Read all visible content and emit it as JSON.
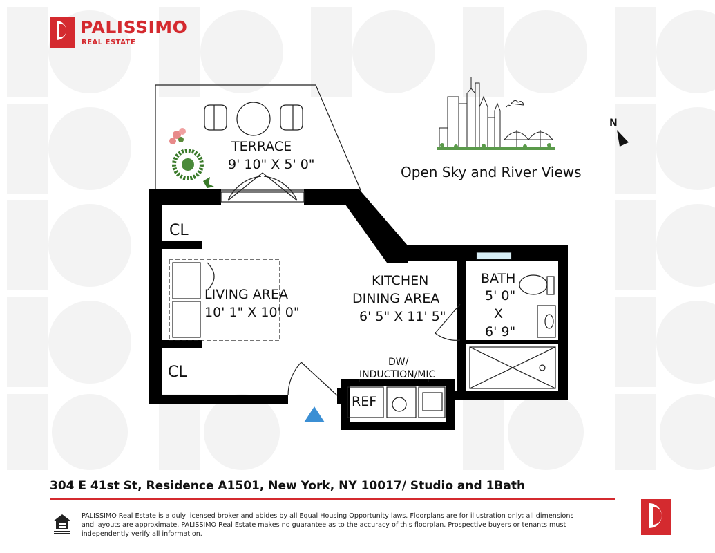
{
  "brand": {
    "name": "PALISSIMO",
    "sub": "REAL ESTATE",
    "color": "#d42a2f"
  },
  "rooms": {
    "terrace": {
      "name": "TERRACE",
      "size": "9' 10\" X 5' 0\""
    },
    "living": {
      "name": "LIVING AREA",
      "size": "10' 1\" X 10' 0\""
    },
    "kitchen": {
      "name1": "KITCHEN",
      "name2": "DINING AREA",
      "size": "6' 5\" X 11' 5\""
    },
    "bath": {
      "name": "BATH",
      "size1": "5' 0\"",
      "x": "X",
      "size2": "6' 9\""
    },
    "closet_top": "CL",
    "closet_bottom": "CL",
    "appliances1": "DW/",
    "appliances2": "INDUCTION/MIC",
    "ref": "REF"
  },
  "views": "Open Sky and River Views",
  "compass": {
    "label": "N",
    "icon": "north-arrow-icon"
  },
  "entry_icon": "entry-triangle-icon",
  "entry_color": "#3b8fd4",
  "address": "304 E 41st St, Residence A1501, New York, NY 10017/ Studio and 1Bath",
  "disclaimer": "PALISSIMO Real Estate is a duly licensed broker and abides by all Equal Housing Opportunity laws. Floorplans are for illustration only; all dimensions and layouts are approximate. PALISSIMO Real Estate makes no guarantee as to the accuracy of this floorplan. Prospective buyers or tenants must independently verify all information.",
  "eho_icon": "equal-housing-icon"
}
